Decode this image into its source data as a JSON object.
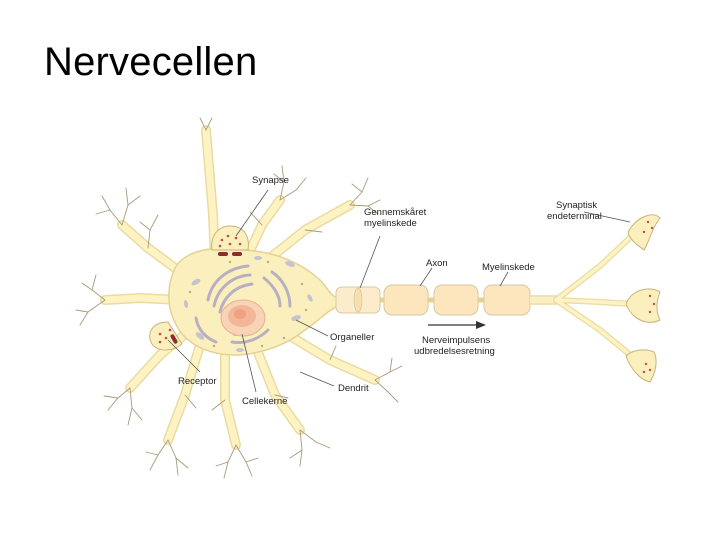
{
  "title": "Nervecellen",
  "colors": {
    "cytoplasm": "#fbefbe",
    "cytoplasm_edge": "#e3d293",
    "nucleus": "#f6c4a4",
    "myelin": "#fde6be",
    "synapse_dots": "#c0504a",
    "receptor": "#8b2d2a"
  },
  "labels": {
    "synapse": "Synapse",
    "cut_myelin": "Gennemskåret myelinskede",
    "synaptic_terminal": "Synaptisk endeterminal",
    "axon": "Axon",
    "myelin_sheath": "Myelinskede",
    "organelles": "Organeller",
    "impulse_direction": "Nerveimpulsens udbredelsesretning",
    "receptor": "Receptor",
    "cell_nucleus": "Cellekerne",
    "dendrite": "Dendrit"
  }
}
